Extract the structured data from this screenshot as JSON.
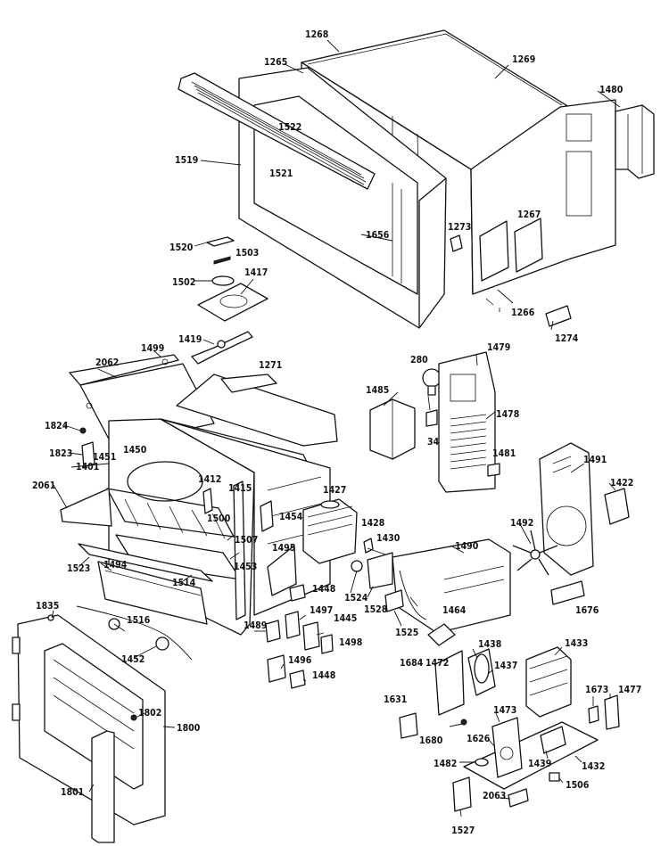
{
  "header": {
    "title_fragment": ""
  },
  "colors": {
    "line": "#111111",
    "background": "#ffffff"
  },
  "labels": [
    {
      "id": "l1268",
      "text": "1268"
    },
    {
      "id": "l1269",
      "text": "1269"
    },
    {
      "id": "l1265",
      "text": "1265"
    },
    {
      "id": "l1480",
      "text": "1480"
    },
    {
      "id": "l1522",
      "text": "1522"
    },
    {
      "id": "l1519",
      "text": "1519"
    },
    {
      "id": "l1521",
      "text": "1521"
    },
    {
      "id": "l1273",
      "text": "1273"
    },
    {
      "id": "l1267",
      "text": "1267"
    },
    {
      "id": "l1656",
      "text": "1656"
    },
    {
      "id": "l1520",
      "text": "1520"
    },
    {
      "id": "l1503",
      "text": "1503"
    },
    {
      "id": "l1502",
      "text": "1502"
    },
    {
      "id": "l1417",
      "text": "1417"
    },
    {
      "id": "l1266",
      "text": "1266"
    },
    {
      "id": "l1274",
      "text": "1274"
    },
    {
      "id": "l1419",
      "text": "1419"
    },
    {
      "id": "l1499",
      "text": "1499"
    },
    {
      "id": "l2062",
      "text": "2062"
    },
    {
      "id": "l1271",
      "text": "1271"
    },
    {
      "id": "l280",
      "text": "280"
    },
    {
      "id": "l1479",
      "text": "1479"
    },
    {
      "id": "l1485",
      "text": "1485"
    },
    {
      "id": "l1478",
      "text": "1478"
    },
    {
      "id": "l34",
      "text": "34"
    },
    {
      "id": "l1824",
      "text": "1824"
    },
    {
      "id": "l1823",
      "text": "1823"
    },
    {
      "id": "l1450",
      "text": "1450"
    },
    {
      "id": "l1451",
      "text": "1451"
    },
    {
      "id": "l1401",
      "text": "1401"
    },
    {
      "id": "l1481",
      "text": "1481"
    },
    {
      "id": "l1491",
      "text": "1491"
    },
    {
      "id": "l1412",
      "text": "1412"
    },
    {
      "id": "l1415",
      "text": "1415"
    },
    {
      "id": "l1427",
      "text": "1427"
    },
    {
      "id": "l1422",
      "text": "1422"
    },
    {
      "id": "l2061",
      "text": "2061"
    },
    {
      "id": "l1500",
      "text": "1500"
    },
    {
      "id": "l1454",
      "text": "1454"
    },
    {
      "id": "l1428",
      "text": "1428"
    },
    {
      "id": "l1492",
      "text": "1492"
    },
    {
      "id": "l1507",
      "text": "1507"
    },
    {
      "id": "l1430",
      "text": "1430"
    },
    {
      "id": "l1495",
      "text": "1495"
    },
    {
      "id": "l1490",
      "text": "1490"
    },
    {
      "id": "l1523",
      "text": "1523"
    },
    {
      "id": "l1494",
      "text": "1494"
    },
    {
      "id": "l1453",
      "text": "1453"
    },
    {
      "id": "l1524",
      "text": "1524"
    },
    {
      "id": "l1528",
      "text": "1528"
    },
    {
      "id": "l1514",
      "text": "1514"
    },
    {
      "id": "l1448a",
      "text": "1448"
    },
    {
      "id": "l1464",
      "text": "1464"
    },
    {
      "id": "l1676",
      "text": "1676"
    },
    {
      "id": "l1835",
      "text": "1835"
    },
    {
      "id": "l1516",
      "text": "1516"
    },
    {
      "id": "l1497",
      "text": "1497"
    },
    {
      "id": "l1445",
      "text": "1445"
    },
    {
      "id": "l1489",
      "text": "1489"
    },
    {
      "id": "l1525",
      "text": "1525"
    },
    {
      "id": "l1498",
      "text": "1498"
    },
    {
      "id": "l1438",
      "text": "1438"
    },
    {
      "id": "l1433",
      "text": "1433"
    },
    {
      "id": "l1452",
      "text": "1452"
    },
    {
      "id": "l1496",
      "text": "1496"
    },
    {
      "id": "l1684",
      "text": "1684"
    },
    {
      "id": "l1472",
      "text": "1472"
    },
    {
      "id": "l1437",
      "text": "1437"
    },
    {
      "id": "l1448b",
      "text": "1448"
    },
    {
      "id": "l1631",
      "text": "1631"
    },
    {
      "id": "l1673",
      "text": "1673"
    },
    {
      "id": "l1477",
      "text": "1477"
    },
    {
      "id": "l1802",
      "text": "1802"
    },
    {
      "id": "l1800",
      "text": "1800"
    },
    {
      "id": "l1473",
      "text": "1473"
    },
    {
      "id": "l1680",
      "text": "1680"
    },
    {
      "id": "l1626",
      "text": "1626"
    },
    {
      "id": "l1439",
      "text": "1439"
    },
    {
      "id": "l1432",
      "text": "1432"
    },
    {
      "id": "l1482",
      "text": "1482"
    },
    {
      "id": "l1506",
      "text": "1506"
    },
    {
      "id": "l1801",
      "text": "1801"
    },
    {
      "id": "l2063",
      "text": "2063"
    },
    {
      "id": "l1527",
      "text": "1527"
    }
  ]
}
